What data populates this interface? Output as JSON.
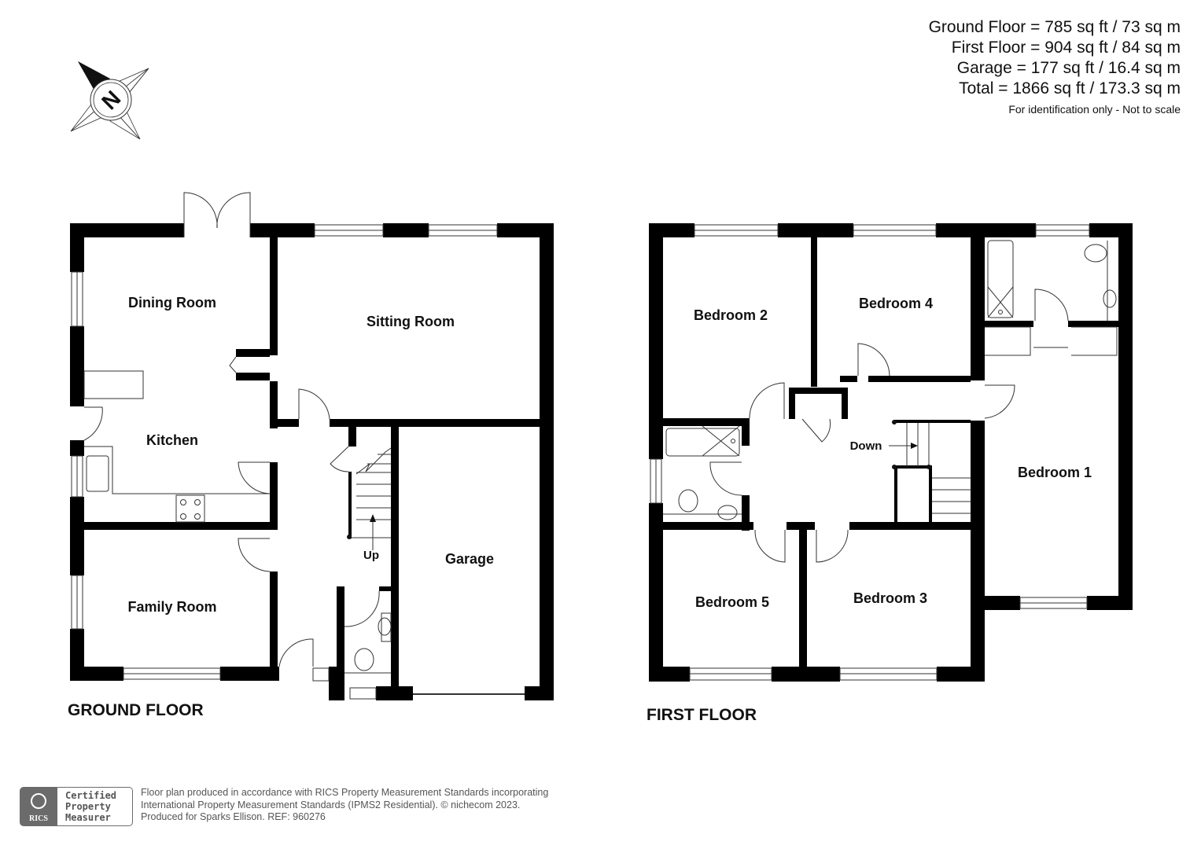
{
  "areas": {
    "ground_floor": "Ground Floor = 785 sq ft / 73 sq m",
    "first_floor": "First Floor = 904 sq ft / 84 sq m",
    "garage": "Garage = 177 sq ft / 16.4 sq m",
    "total": "Total = 1866 sq ft / 173.3 sq m",
    "note": "For identification only - Not to scale"
  },
  "compass": {
    "label": "N",
    "icon": "compass-rose-icon"
  },
  "ground_floor": {
    "title": "GROUND FLOOR",
    "rooms": {
      "dining_room": "Dining Room",
      "sitting_room": "Sitting Room",
      "kitchen": "Kitchen",
      "family_room": "Family Room",
      "garage": "Garage"
    },
    "stairs_label": "Up"
  },
  "first_floor": {
    "title": "FIRST FLOOR",
    "rooms": {
      "bedroom_1": "Bedroom 1",
      "bedroom_2": "Bedroom 2",
      "bedroom_3": "Bedroom 3",
      "bedroom_4": "Bedroom 4",
      "bedroom_5": "Bedroom 5"
    },
    "stairs_label": "Down"
  },
  "footer": {
    "badge_brand": "RICS",
    "badge_lines": [
      "Certified",
      "Property",
      "Measurer"
    ],
    "text_lines": [
      "Floor plan produced in accordance with RICS Property Measurement Standards incorporating",
      "International Property Measurement Standards (IPMS2 Residential).   © nichecom 2023.",
      "Produced for Sparks Ellison.   REF: 960276"
    ]
  }
}
